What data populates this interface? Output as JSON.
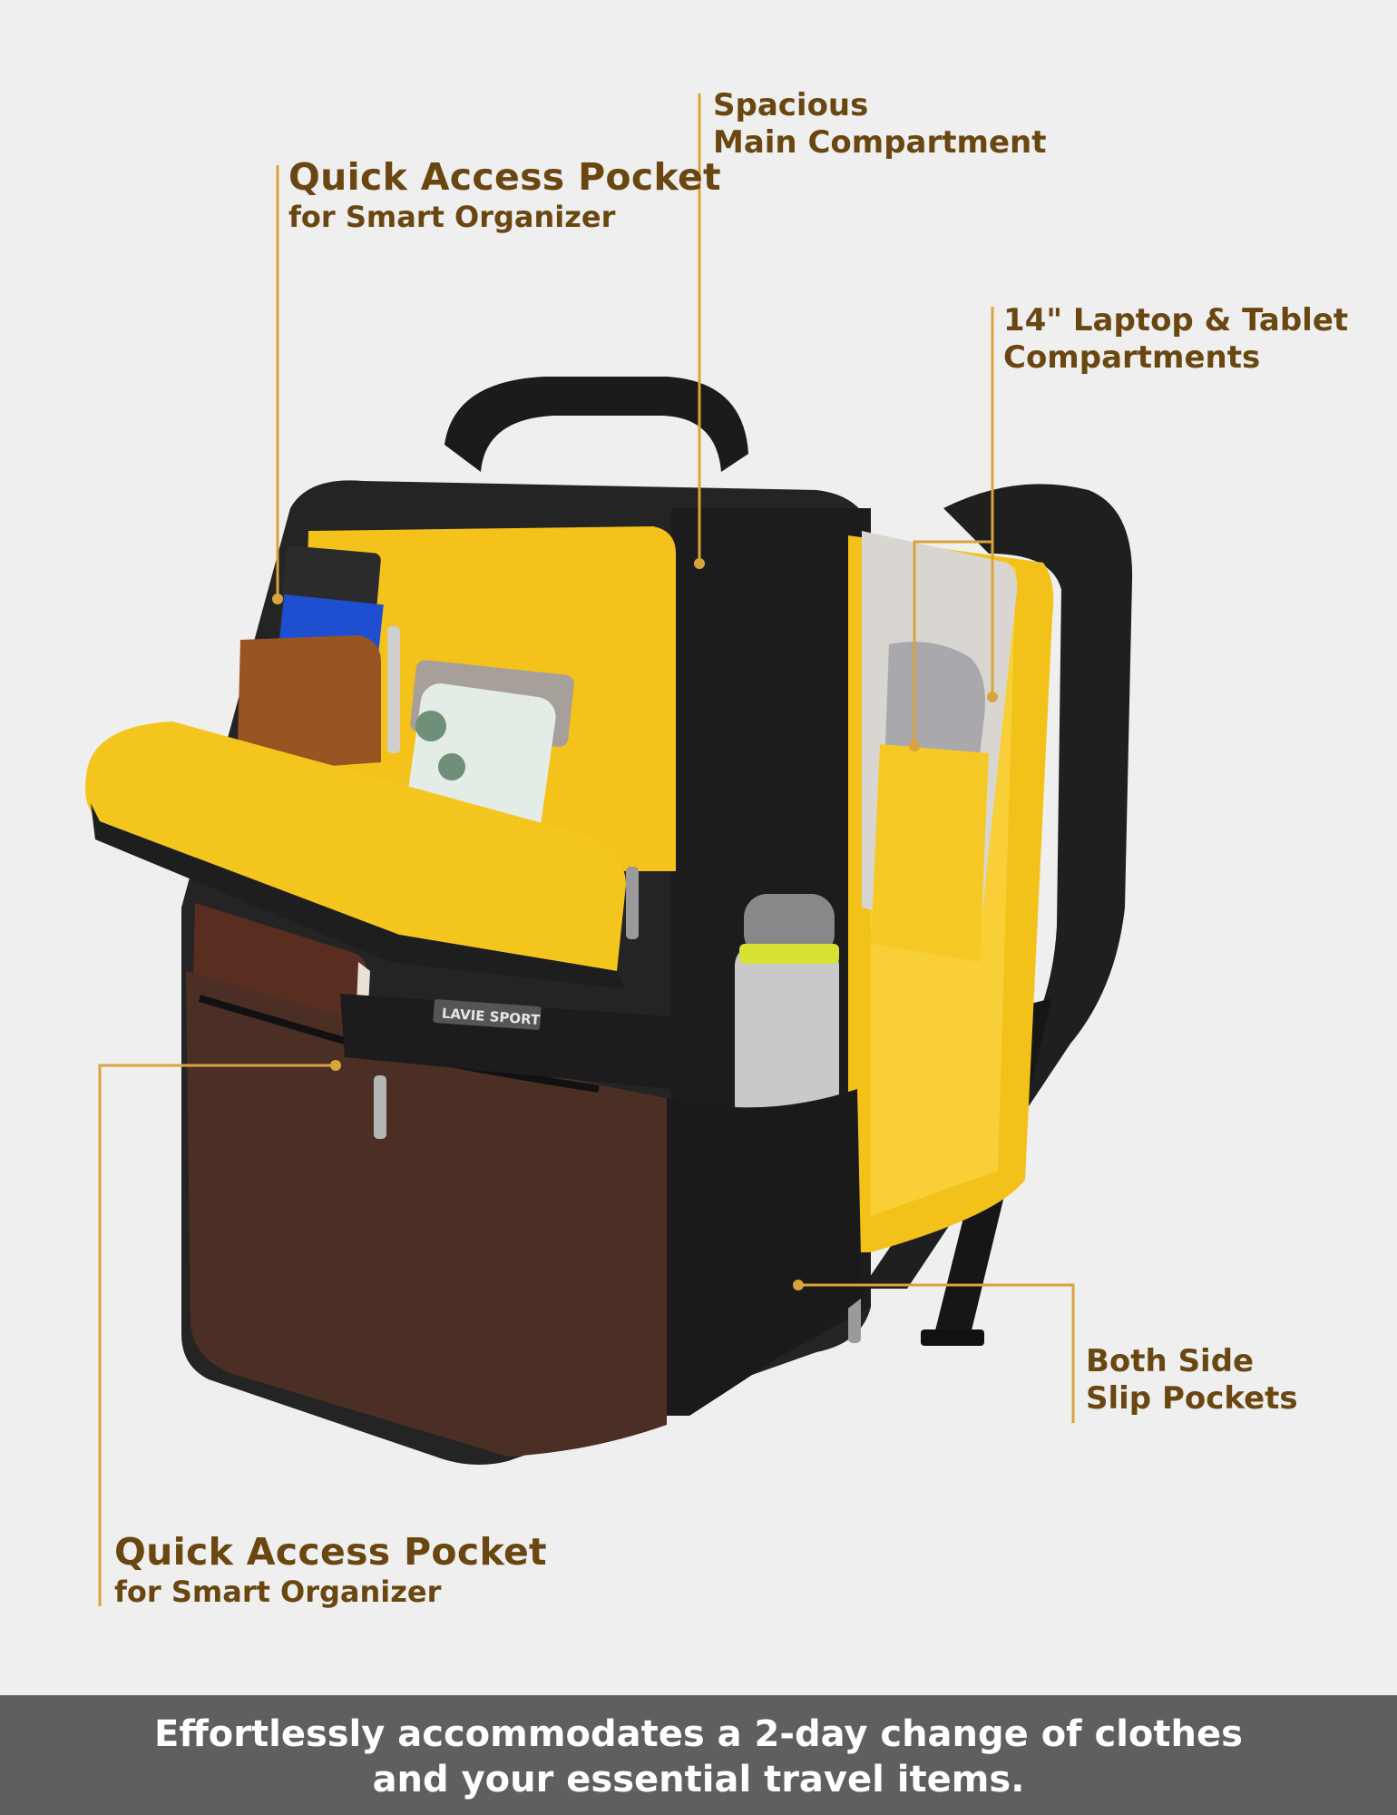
{
  "callouts": {
    "quick_pocket_top": {
      "line1": "Quick Access Pocket",
      "line2": "for Smart Organizer"
    },
    "main_compartment": {
      "line1": "Spacious",
      "line2": "Main Compartment"
    },
    "laptop": {
      "line1": "14\" Laptop & Tablet",
      "line2": "Compartments"
    },
    "side_pockets": {
      "line1": "Both Side",
      "line2": "Slip Pockets"
    },
    "quick_pocket_bottom": {
      "line1": "Quick Access Pocket",
      "line2": "for Smart Organizer"
    }
  },
  "footer": {
    "line1": "Effortlessly accommodates a 2-day change of clothes",
    "line2": "and your essential travel items."
  },
  "brand": {
    "logo_text": "LAVIE SPORT"
  },
  "colors": {
    "callout_text": "#6a4710",
    "leader_line": "#d9a43c",
    "lining": "#f5c518",
    "bag_black": "#222222",
    "leather_brown": "#4b2f24",
    "footer_bg": "#5f5f5f"
  }
}
